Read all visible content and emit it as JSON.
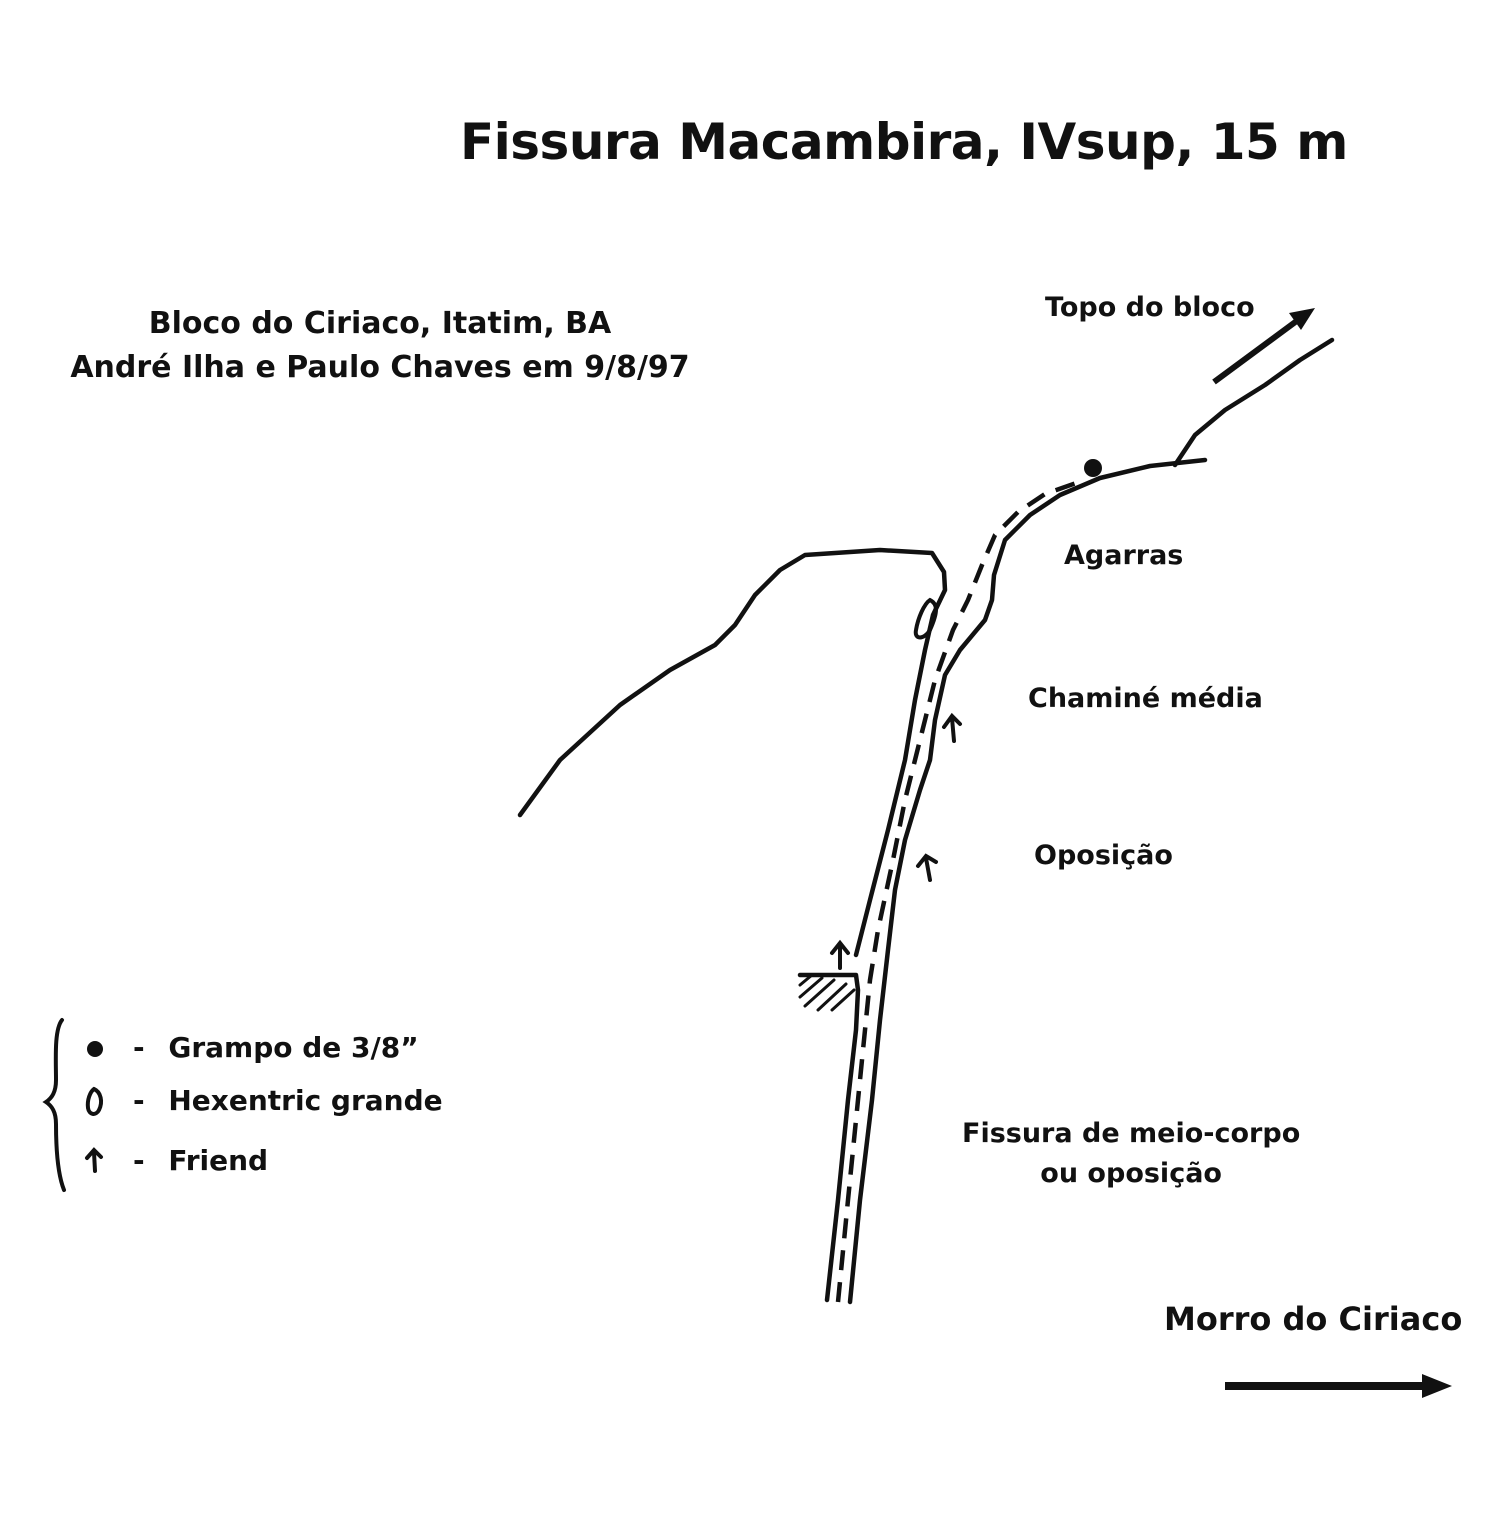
{
  "title": "Fissura Macambira, IVsup, 15 m",
  "subtitle": {
    "line1": "Bloco do Ciriaco, Itatim, BA",
    "line2": "André Ilha e Paulo Chaves em 9/8/97"
  },
  "labels": {
    "topo": "Topo do bloco",
    "agarras": "Agarras",
    "chamine": "Chaminé média",
    "oposicao": "Oposição",
    "fissura_line1": "Fissura de meio-corpo",
    "fissura_line2": "ou oposição",
    "morro": "Morro do Ciriaco"
  },
  "legend": {
    "items": [
      {
        "symbol": "bolt-dot-icon",
        "separator": "-",
        "label": "Grampo de 3/8”"
      },
      {
        "symbol": "hexentric-icon",
        "separator": "-",
        "label": "Hexentric grande"
      },
      {
        "symbol": "friend-cam-icon",
        "separator": "-",
        "label": "Friend"
      }
    ]
  }
}
